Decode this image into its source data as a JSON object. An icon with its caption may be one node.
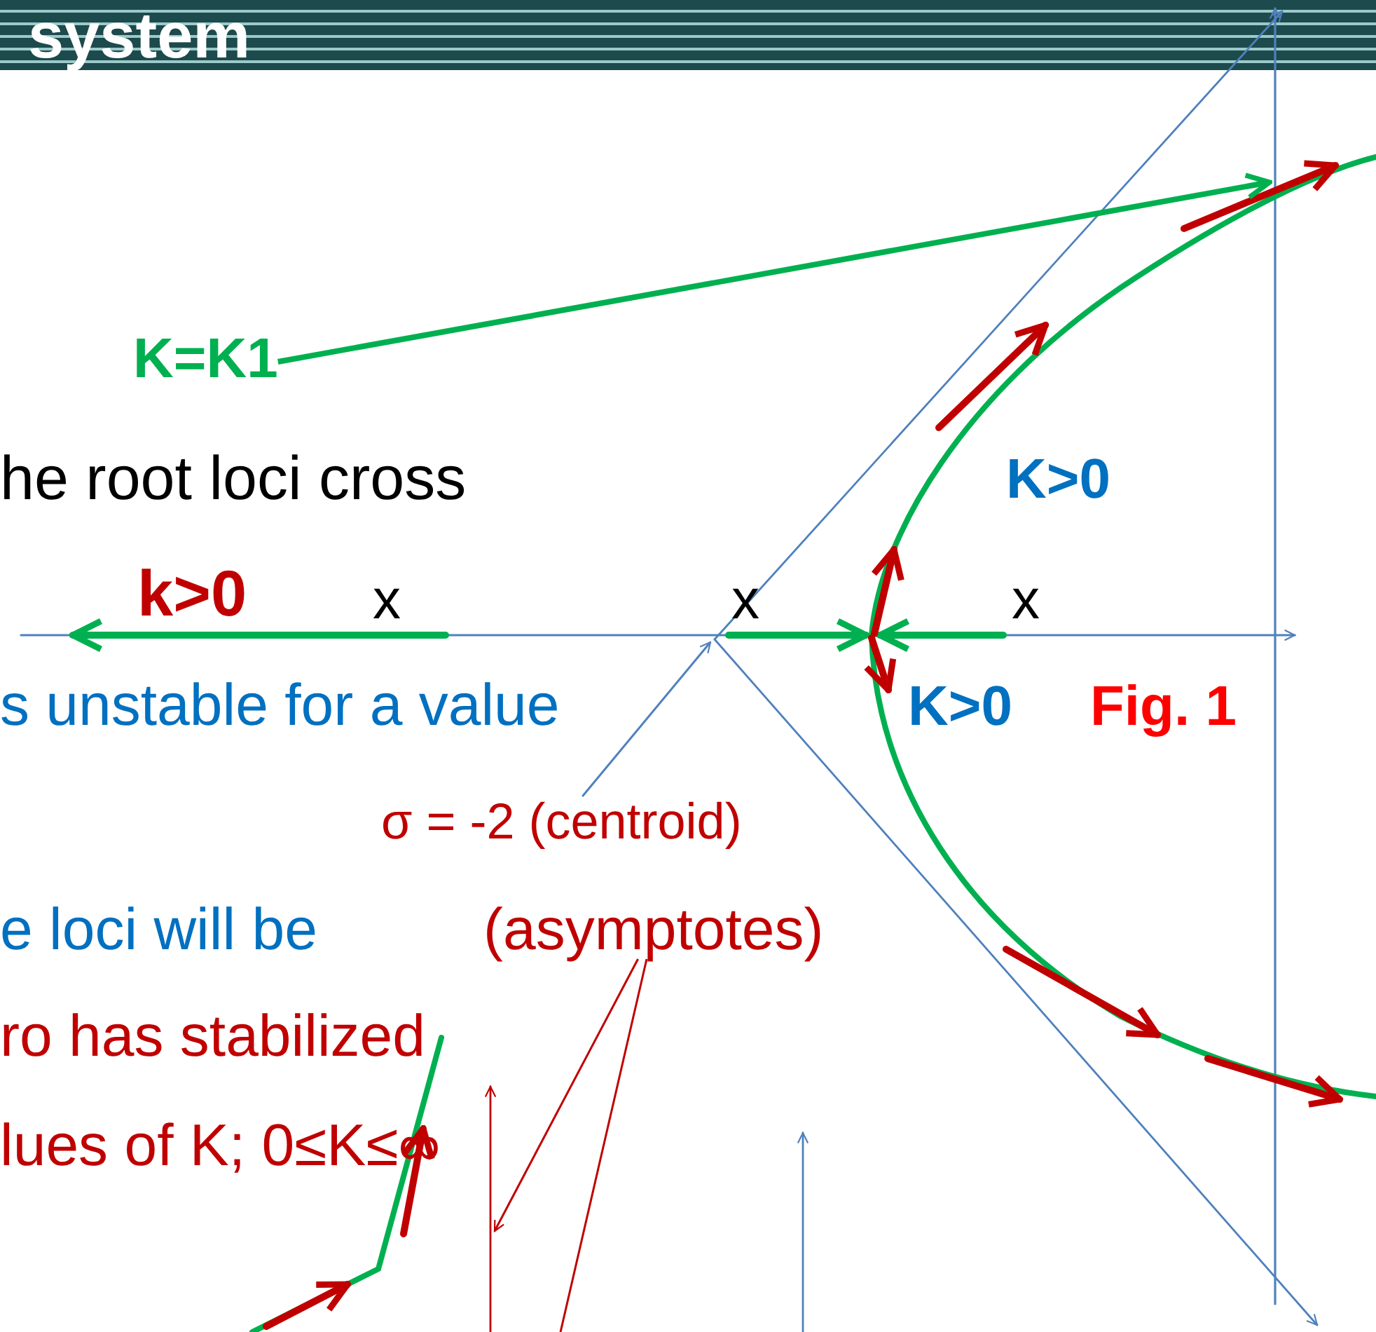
{
  "diagram": {
    "title": "system",
    "nodes": [
      {
        "text": [
          "K=K1"
        ]
      },
      {
        "text": [
          "σ = -2 (centroid)"
        ]
      },
      {
        "text": [
          "(asymptotes)"
        ]
      }
    ],
    "edges": [
      {
        "from": 0,
        "to": null,
        "arrow": "to",
        "style": "thick",
        "color": "#00b050"
      },
      {
        "from": 1,
        "to": null,
        "arrow": "to",
        "color": "#4f81bd"
      },
      {
        "from": 2,
        "to": null,
        "arrow": "to",
        "color": "#c00000"
      },
      {
        "from": 2,
        "to": null,
        "arrow": "none",
        "color": "#c00000"
      }
    ],
    "labels": [
      "he root loci cross",
      "k>0",
      "x",
      "x",
      "x",
      "K>0",
      "s unstable for a value",
      "K>0",
      "Fig. 1",
      "e loci will be",
      "ro has stabilized",
      "lues of K; 0≤K≤∞"
    ]
  }
}
